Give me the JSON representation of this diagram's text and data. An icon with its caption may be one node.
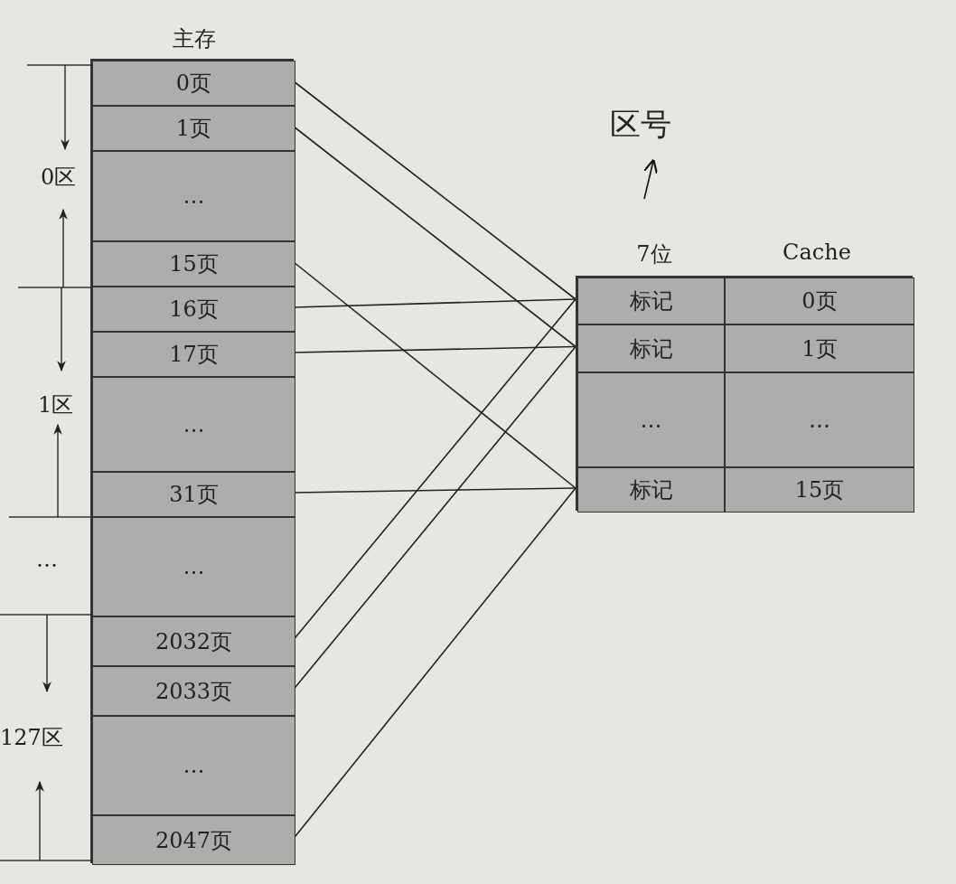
{
  "diagram": {
    "nodes": [
      {
        "text": [
          "主存"
        ]
      },
      {
        "text": [
          "0页"
        ],
        "in": 0
      },
      {
        "text": [
          "1页"
        ],
        "in": 0
      },
      {
        "text": [
          "…"
        ],
        "in": 0
      },
      {
        "text": [
          "15页"
        ],
        "in": 0
      },
      {
        "text": [
          "16页"
        ],
        "in": 0
      },
      {
        "text": [
          "17页"
        ],
        "in": 0
      },
      {
        "text": [
          "…"
        ],
        "in": 0
      },
      {
        "text": [
          "31页"
        ],
        "in": 0
      },
      {
        "text": [
          "…"
        ],
        "in": 0
      },
      {
        "text": [
          "2032页"
        ],
        "in": 0
      },
      {
        "text": [
          "2033页"
        ],
        "in": 0
      },
      {
        "text": [
          "…"
        ],
        "in": 0
      },
      {
        "text": [
          "2047页"
        ],
        "in": 0
      },
      {
        "text": [
          "7位",
          "Cache"
        ]
      },
      {
        "text": [
          "标记"
        ],
        "in": 14
      },
      {
        "text": [
          "0页"
        ],
        "in": 14
      },
      {
        "text": [
          "标记"
        ],
        "in": 14
      },
      {
        "text": [
          "1页"
        ],
        "in": 14
      },
      {
        "text": [
          "…"
        ],
        "in": 14
      },
      {
        "text": [
          "…"
        ],
        "in": 14
      },
      {
        "text": [
          "标记"
        ],
        "in": 14
      },
      {
        "text": [
          "15页"
        ],
        "in": 14
      },
      {
        "text": [
          "区号"
        ]
      }
    ],
    "edges": [
      {
        "from": 1,
        "to": 15,
        "arrow": "none"
      },
      {
        "from": 2,
        "to": 17,
        "arrow": "none"
      },
      {
        "from": 4,
        "to": 21,
        "arrow": "none"
      },
      {
        "from": 5,
        "to": 15,
        "arrow": "none"
      },
      {
        "from": 6,
        "to": 17,
        "arrow": "none"
      },
      {
        "from": 8,
        "to": 21,
        "arrow": "none"
      },
      {
        "from": 10,
        "to": 15,
        "arrow": "none"
      },
      {
        "from": 11,
        "to": 17,
        "arrow": "none"
      },
      {
        "from": 13,
        "to": 21,
        "arrow": "none"
      },
      {
        "from": null,
        "to": 23,
        "arrow": "to"
      }
    ],
    "labels": [
      "0区",
      "1区",
      "…",
      "127区"
    ]
  }
}
